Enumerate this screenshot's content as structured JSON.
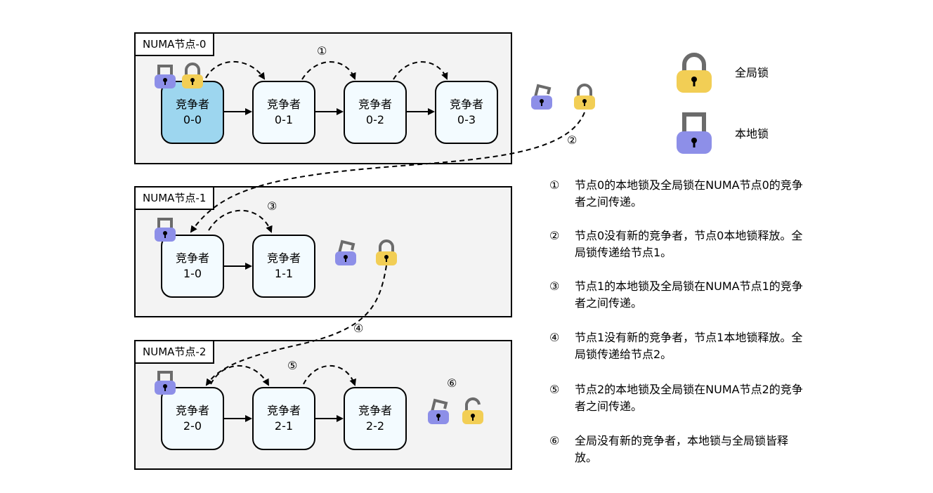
{
  "nodes": [
    {
      "label": "NUMA节点-0",
      "competitors": [
        [
          "竞争者",
          "0-0"
        ],
        [
          "竞争者",
          "0-1"
        ],
        [
          "竞争者",
          "0-2"
        ],
        [
          "竞争者",
          "0-3"
        ]
      ]
    },
    {
      "label": "NUMA节点-1",
      "competitors": [
        [
          "竞争者",
          "1-0"
        ],
        [
          "竞争者",
          "1-1"
        ]
      ]
    },
    {
      "label": "NUMA节点-2",
      "competitors": [
        [
          "竞争者",
          "2-0"
        ],
        [
          "竞争者",
          "2-1"
        ],
        [
          "竞争者",
          "2-2"
        ]
      ]
    }
  ],
  "markers": [
    "①",
    "②",
    "③",
    "④",
    "⑤",
    "⑥"
  ],
  "legend": {
    "global_lock": "全局锁",
    "local_lock": "本地锁"
  },
  "notes": [
    {
      "num": "①",
      "text": "节点0的本地锁及全局锁在NUMA节点0的竞争者之间传递。"
    },
    {
      "num": "②",
      "text": "节点0没有新的竞争者，节点0本地锁释放。全局锁传递给节点1。"
    },
    {
      "num": "③",
      "text": "节点1的本地锁及全局锁在NUMA节点1的竞争者之间传递。"
    },
    {
      "num": "④",
      "text": "节点1没有新的竞争者，节点1本地锁释放。全局锁传递给节点2。"
    },
    {
      "num": "⑤",
      "text": "节点2的本地锁及全局锁在NUMA节点2的竞争者之间传递。"
    },
    {
      "num": "⑥",
      "text": "全局没有新的竞争者，本地锁与全局锁皆释放。"
    }
  ],
  "colors": {
    "global_lock": "#f2ce55",
    "local_lock": "#8d8fe8",
    "active_competitor": "#9dd6ef",
    "competitor": "#f3fbff",
    "node_bg": "#f3f3f3"
  }
}
